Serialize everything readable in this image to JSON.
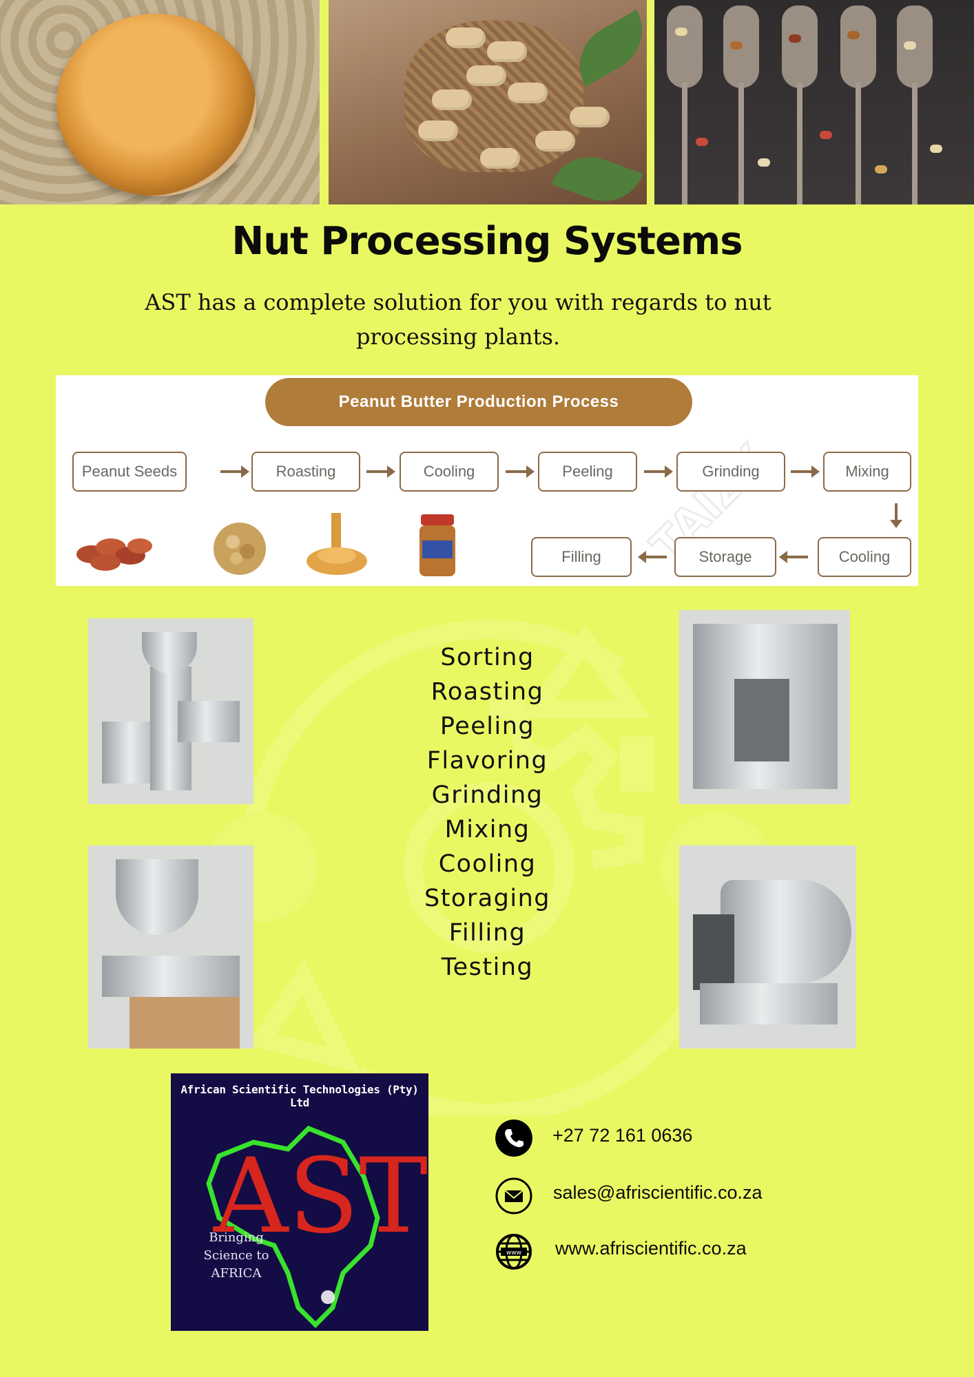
{
  "header": {
    "title": "Nut Processing Systems",
    "subtitle": "AST has a complete solution for you with regards to nut processing plants."
  },
  "diagram": {
    "title": "Peanut Butter Production Process",
    "steps_row1": [
      "Peanut Seeds",
      "Roasting",
      "Cooling",
      "Peeling",
      "Grinding",
      "Mixing"
    ],
    "steps_row2": [
      "Cooling",
      "Storage",
      "Filling"
    ],
    "watermark_text": "TAIZY"
  },
  "processes": [
    "Sorting",
    "Roasting",
    "Peeling",
    "Flavoring",
    "Grinding",
    "Mixing",
    "Cooling",
    "Storaging",
    "Filling",
    "Testing"
  ],
  "logo": {
    "company": "African Scientific Technologies (Pty) Ltd",
    "letters": "AST",
    "tagline": "Bringing Science to AFRICA"
  },
  "contact": {
    "phone": "+27 72 161 0636",
    "email": "sales@afriscientific.co.za",
    "website": "www.afriscientific.co.za"
  },
  "icons": {
    "phone": "phone-icon",
    "email": "envelope-icon",
    "website": "globe-www-icon"
  },
  "colors": {
    "background": "#e9f862",
    "diagram_accent": "#b07c3a",
    "logo_background": "#130c45",
    "logo_letters": "#d7261e",
    "logo_outline": "#39e22c"
  }
}
